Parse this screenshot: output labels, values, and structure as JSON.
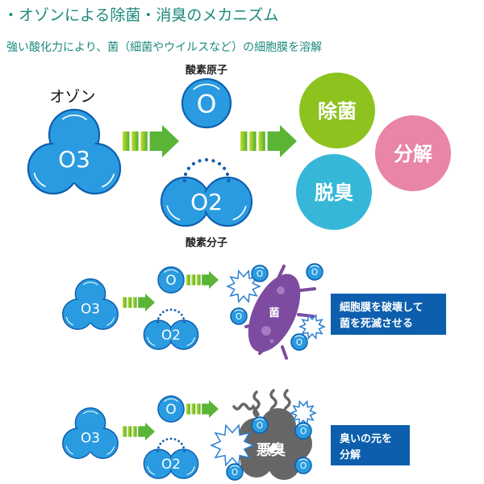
{
  "title": "・オゾンによる除菌・消臭のメカニズム",
  "subtitle": "強い酸化力により、菌（細菌やウイルスなど）の細胞膜を溶解",
  "diagram": {
    "ozone_label": "オゾン",
    "o3": "O3",
    "o": "O",
    "o2": "O2",
    "oxygen_atom_label": "酸素原子",
    "oxygen_molecule_label": "酸素分子",
    "effects": [
      "除菌",
      "分解",
      "脱臭"
    ],
    "bacteria_label": "菌",
    "bacteria_box": [
      "細胞膜を破壊して",
      "菌を死滅させる"
    ],
    "odor_label": "悪臭",
    "odor_box": [
      "臭いの元を",
      "分解"
    ]
  },
  "colors": {
    "title": "#1b8a7c",
    "molecule": "#2a9be0",
    "molecule_edge": "#0f5fae",
    "green": "#8dc21f",
    "pink": "#e885a8",
    "cyan": "#36b7d7",
    "purple": "#7d4b9f",
    "box": "#0d5fae",
    "odor": "#666666"
  }
}
